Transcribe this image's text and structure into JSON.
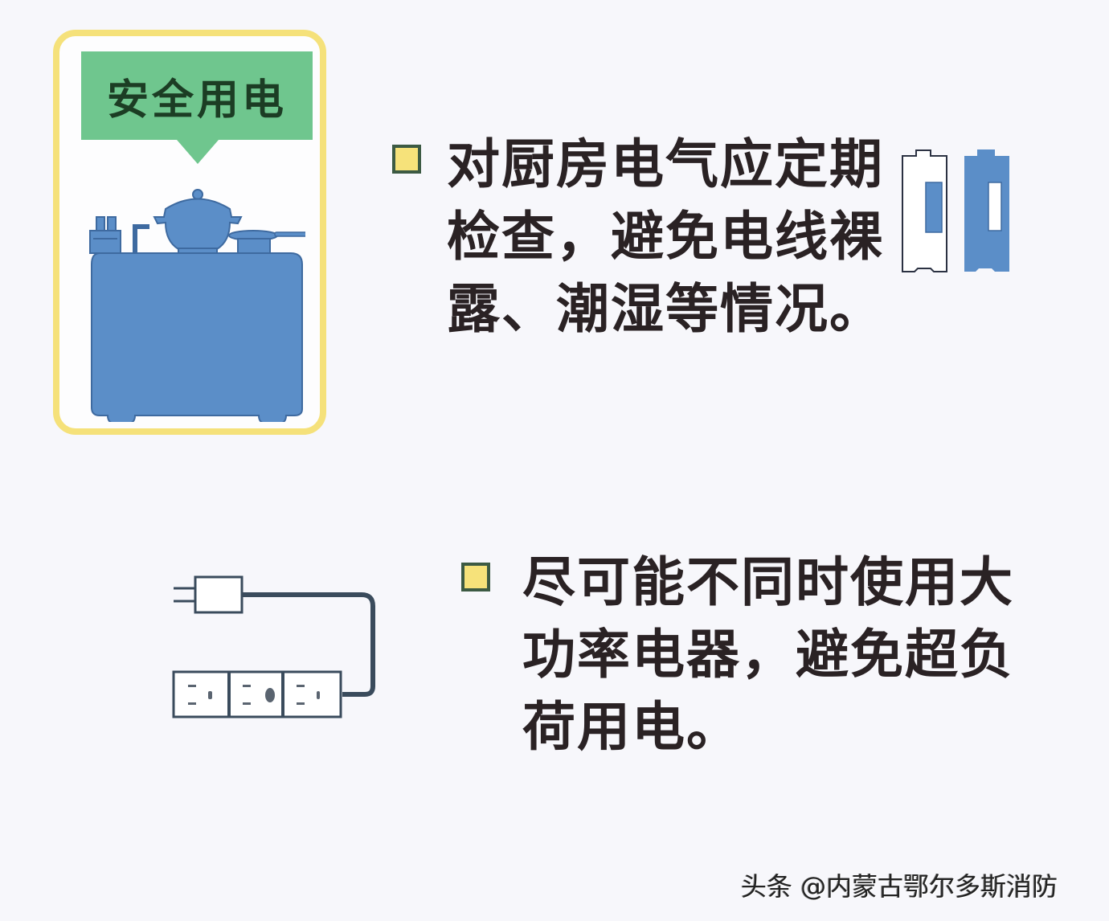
{
  "card": {
    "title": "安全用电",
    "illustration": "kitchen-stove-icon",
    "colors": {
      "border": "#f5e17a",
      "banner": "#6fc68e",
      "appliance": "#5b8ec8"
    }
  },
  "tips": [
    {
      "lines": [
        "对厨房电气应定期",
        "检查，避免电线裸",
        "露、潮湿等情况。"
      ],
      "illustration": "battery-icon"
    },
    {
      "lines": [
        "尽可能不同时使用大",
        "功率电器，避免超负",
        "荷用电。"
      ],
      "illustration": "power-strip-icon"
    }
  ],
  "bullet_color": "#f6e27a",
  "watermark": "头条 @内蒙古鄂尔多斯消防"
}
